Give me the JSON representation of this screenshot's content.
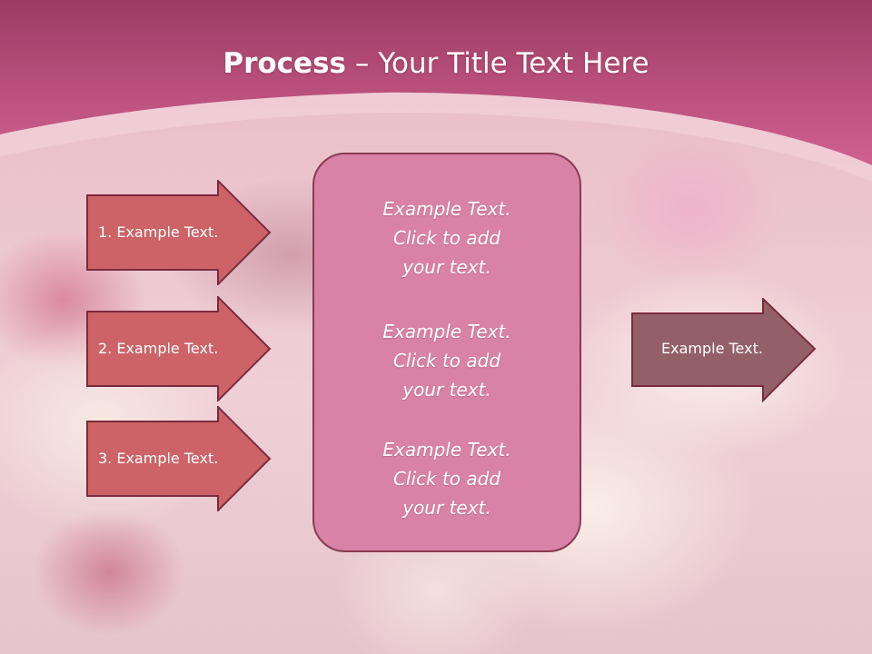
{
  "slide": {
    "title_bold": "Process",
    "title_rest": " – Your Title Text Here"
  },
  "left_arrows": [
    {
      "label": "1. Example Text."
    },
    {
      "label": "2. Example Text."
    },
    {
      "label": "3. Example Text."
    }
  ],
  "center_box": {
    "blocks": [
      {
        "line1": "Example Text.",
        "line2": "Click  to add",
        "line3": "your text."
      },
      {
        "line1": "Example Text.",
        "line2": "Click  to add",
        "line3": "your text."
      },
      {
        "line1": "Example Text.",
        "line2": "Click  to add",
        "line3": "your text."
      }
    ]
  },
  "right_arrow": {
    "label": "Example Text."
  },
  "colors": {
    "header": "#c1517f",
    "left_arrow_fill": "#cd6366",
    "center_fill": "#d882a6",
    "right_arrow_fill": "#946068",
    "outline": "#7a2b3e"
  }
}
